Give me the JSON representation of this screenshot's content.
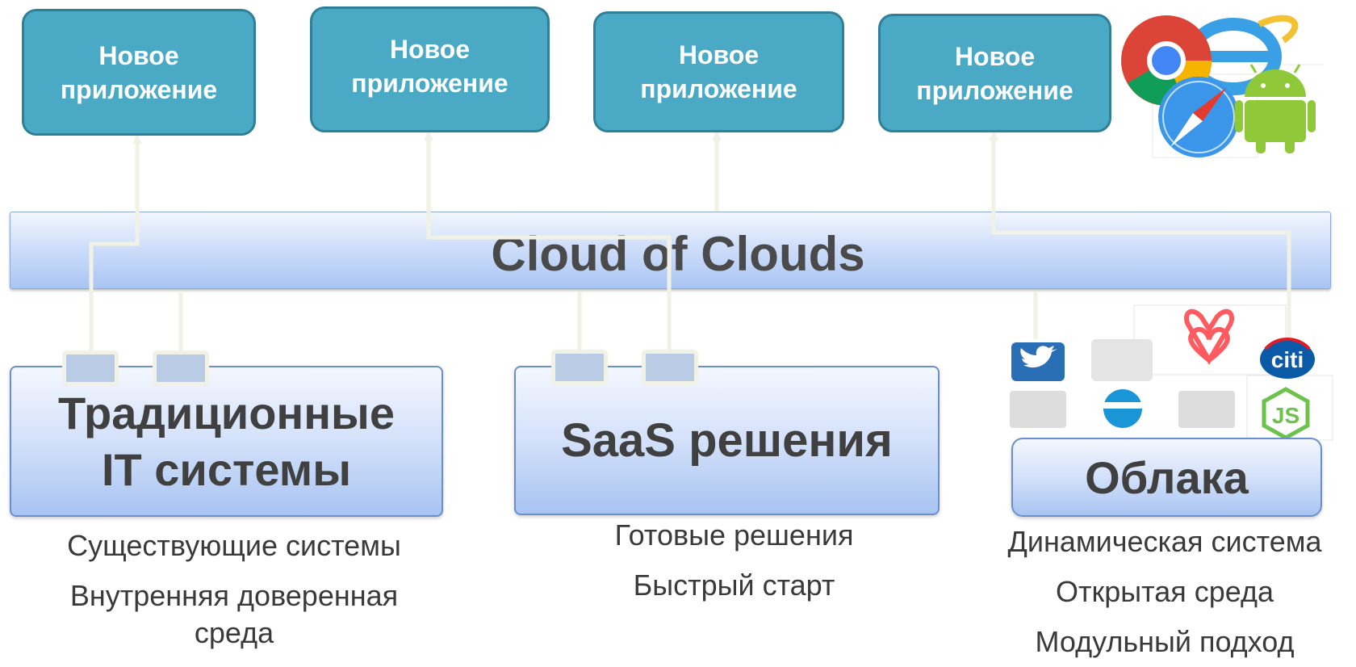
{
  "apps": [
    {
      "label": "Новое приложение"
    },
    {
      "label": "Новое приложение"
    },
    {
      "label": "Новое приложение"
    },
    {
      "label": "Новое приложение"
    }
  ],
  "cloud_bar": {
    "title": "Cloud of Clouds"
  },
  "blocks": {
    "traditional": {
      "title_line1": "Традиционные",
      "title_line2": "IT системы",
      "desc": [
        "Существующие системы",
        "Внутренняя доверенная",
        "среда"
      ]
    },
    "saas": {
      "title": "SaaS решения",
      "desc": [
        "Готовые решения",
        "Быстрый старт"
      ]
    },
    "clouds": {
      "title": "Облака",
      "desc": [
        "Динамическая система",
        "Открытая среда",
        "Модульный подход"
      ]
    }
  },
  "logos": {
    "citi_text": "citi",
    "js_text": "JS"
  },
  "colors": {
    "app_fill": "#4aa9c4",
    "app_border": "#2f7f99",
    "connector_line": "#f2f1e6",
    "block_gradient_bottom": "#a8c4f2",
    "text_dark": "#404040"
  },
  "icons": [
    "chrome-logo-icon",
    "internet-explorer-logo-icon",
    "safari-logo-icon",
    "android-logo-icon",
    "twitter-logo-icon",
    "airbnb-logo-icon",
    "citi-logo-icon",
    "nodejs-logo-icon",
    "ibm-cloud-logo-icon"
  ]
}
